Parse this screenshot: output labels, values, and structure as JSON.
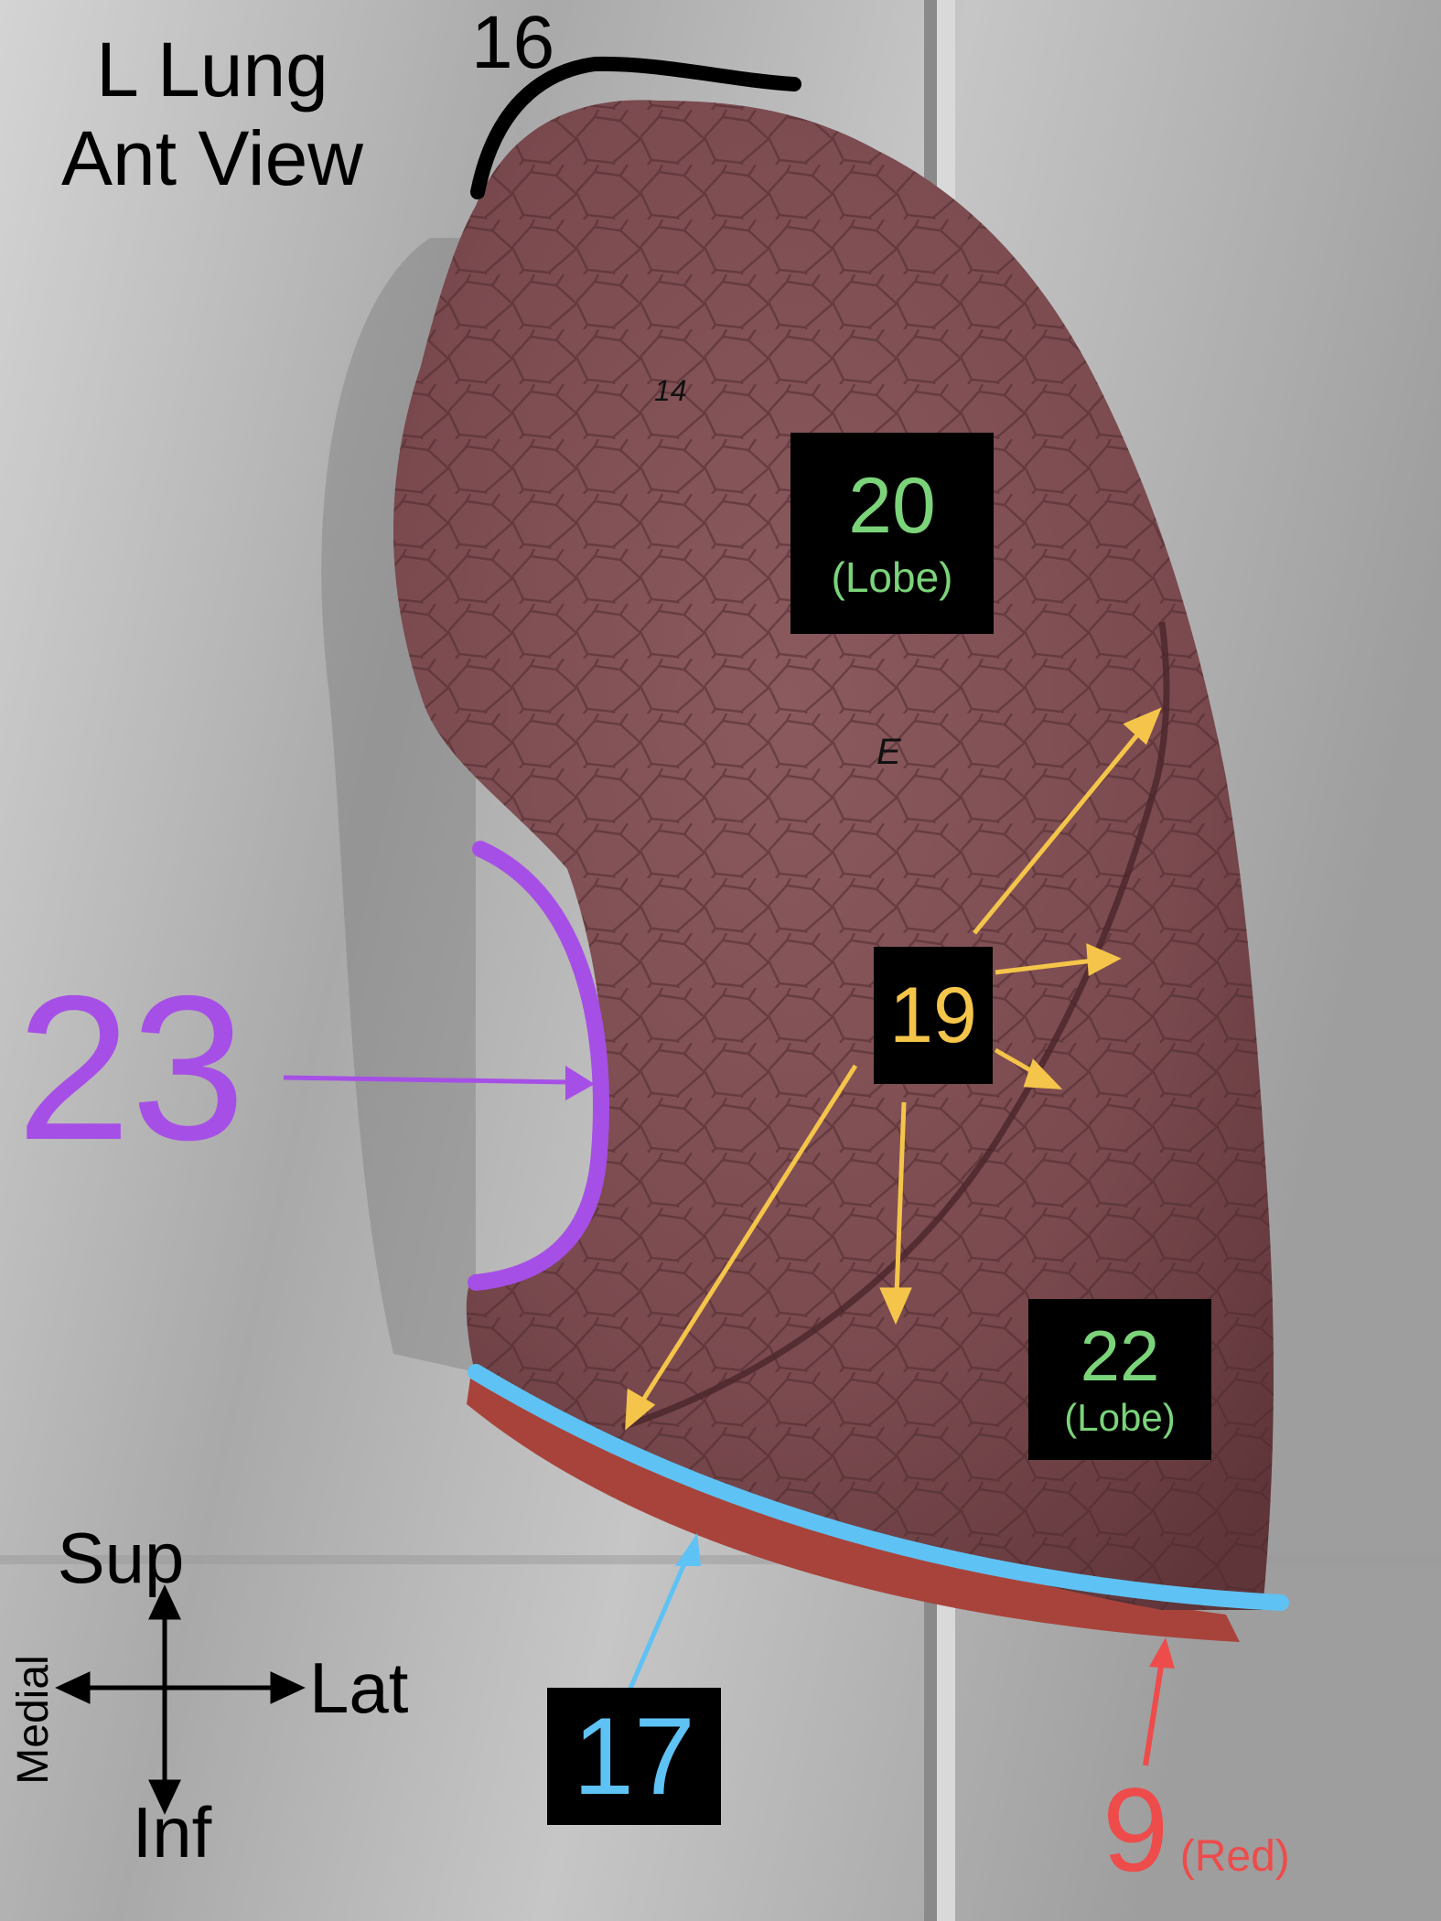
{
  "title": {
    "line1": "L Lung",
    "line2": "Ant View"
  },
  "labels": {
    "apex": "16",
    "upper_lobe": {
      "number": "20",
      "note": "(Lobe)"
    },
    "fissure": "19",
    "lower_lobe": {
      "number": "22",
      "note": "(Lobe)"
    },
    "cardiac_notch": "23",
    "base_edge": "17",
    "diaphragm": {
      "number": "9",
      "note": "(Red)"
    }
  },
  "orientation": {
    "sup": "Sup",
    "inf": "Inf",
    "lat": "Lat",
    "medial": "Medial"
  },
  "specimen_markings": {
    "code": "14",
    "letter": "E"
  },
  "colors": {
    "steel_background": "#bcbcbc",
    "lung_tissue": "#7a4a4f",
    "upper_lobe_label": "#7bd47a",
    "lower_lobe_label": "#7bd47a",
    "fissure_label": "#f4c54a",
    "cardiac_notch_label": "#a64fe6",
    "base_edge_label": "#5ec2f4",
    "diaphragm_label": "#ee4b4b",
    "label_box": "#000000"
  }
}
